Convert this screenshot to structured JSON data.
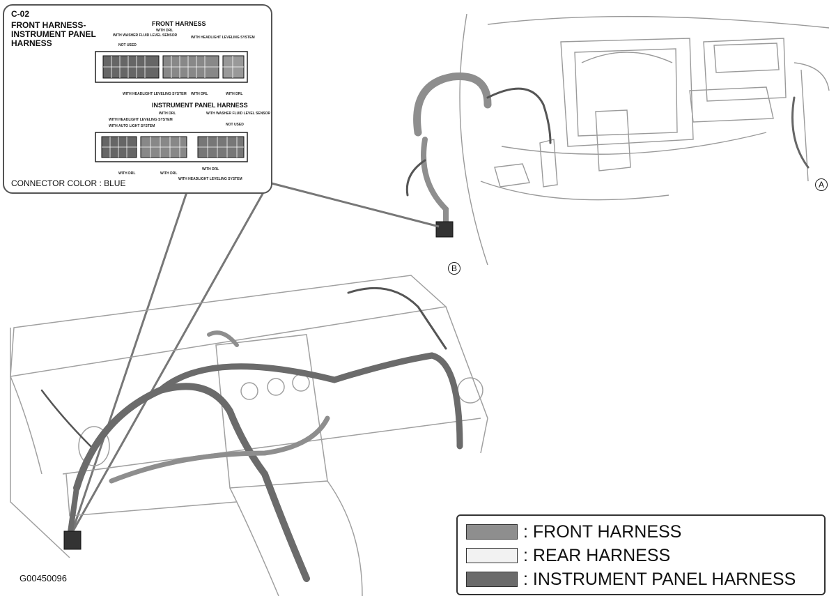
{
  "inset": {
    "connector_id": "C-02",
    "title_line1": "FRONT HARNESS-",
    "title_line2": "INSTRUMENT PANEL",
    "title_line3": "HARNESS",
    "front_header": "FRONT HARNESS",
    "ip_header": "INSTRUMENT PANEL HARNESS",
    "connector_color": "CONNECTOR COLOR : BLUE",
    "labels": {
      "with_drl": "WITH DRL",
      "washer_sensor": "WITH WASHER FLUID LEVEL SENSOR",
      "headlight_leveling": "WITH HEADLIGHT LEVELING SYSTEM",
      "not_used": "NOT USED",
      "auto_light": "WITH AUTO LIGHT SYSTEM"
    }
  },
  "callouts": {
    "a": "A",
    "b": "B"
  },
  "legend": {
    "items": [
      {
        "label": ": FRONT HARNESS",
        "color": "#8e8e8e"
      },
      {
        "label": ": REAR HARNESS",
        "color": "#f2f2f2"
      },
      {
        "label": ": INSTRUMENT PANEL HARNESS",
        "color": "#6b6b6b"
      }
    ]
  },
  "figure_id": "G00450096",
  "colors": {
    "front_harness": "#8e8e8e",
    "ip_harness": "#6b6b6b",
    "outline": "#9a9a9a"
  }
}
